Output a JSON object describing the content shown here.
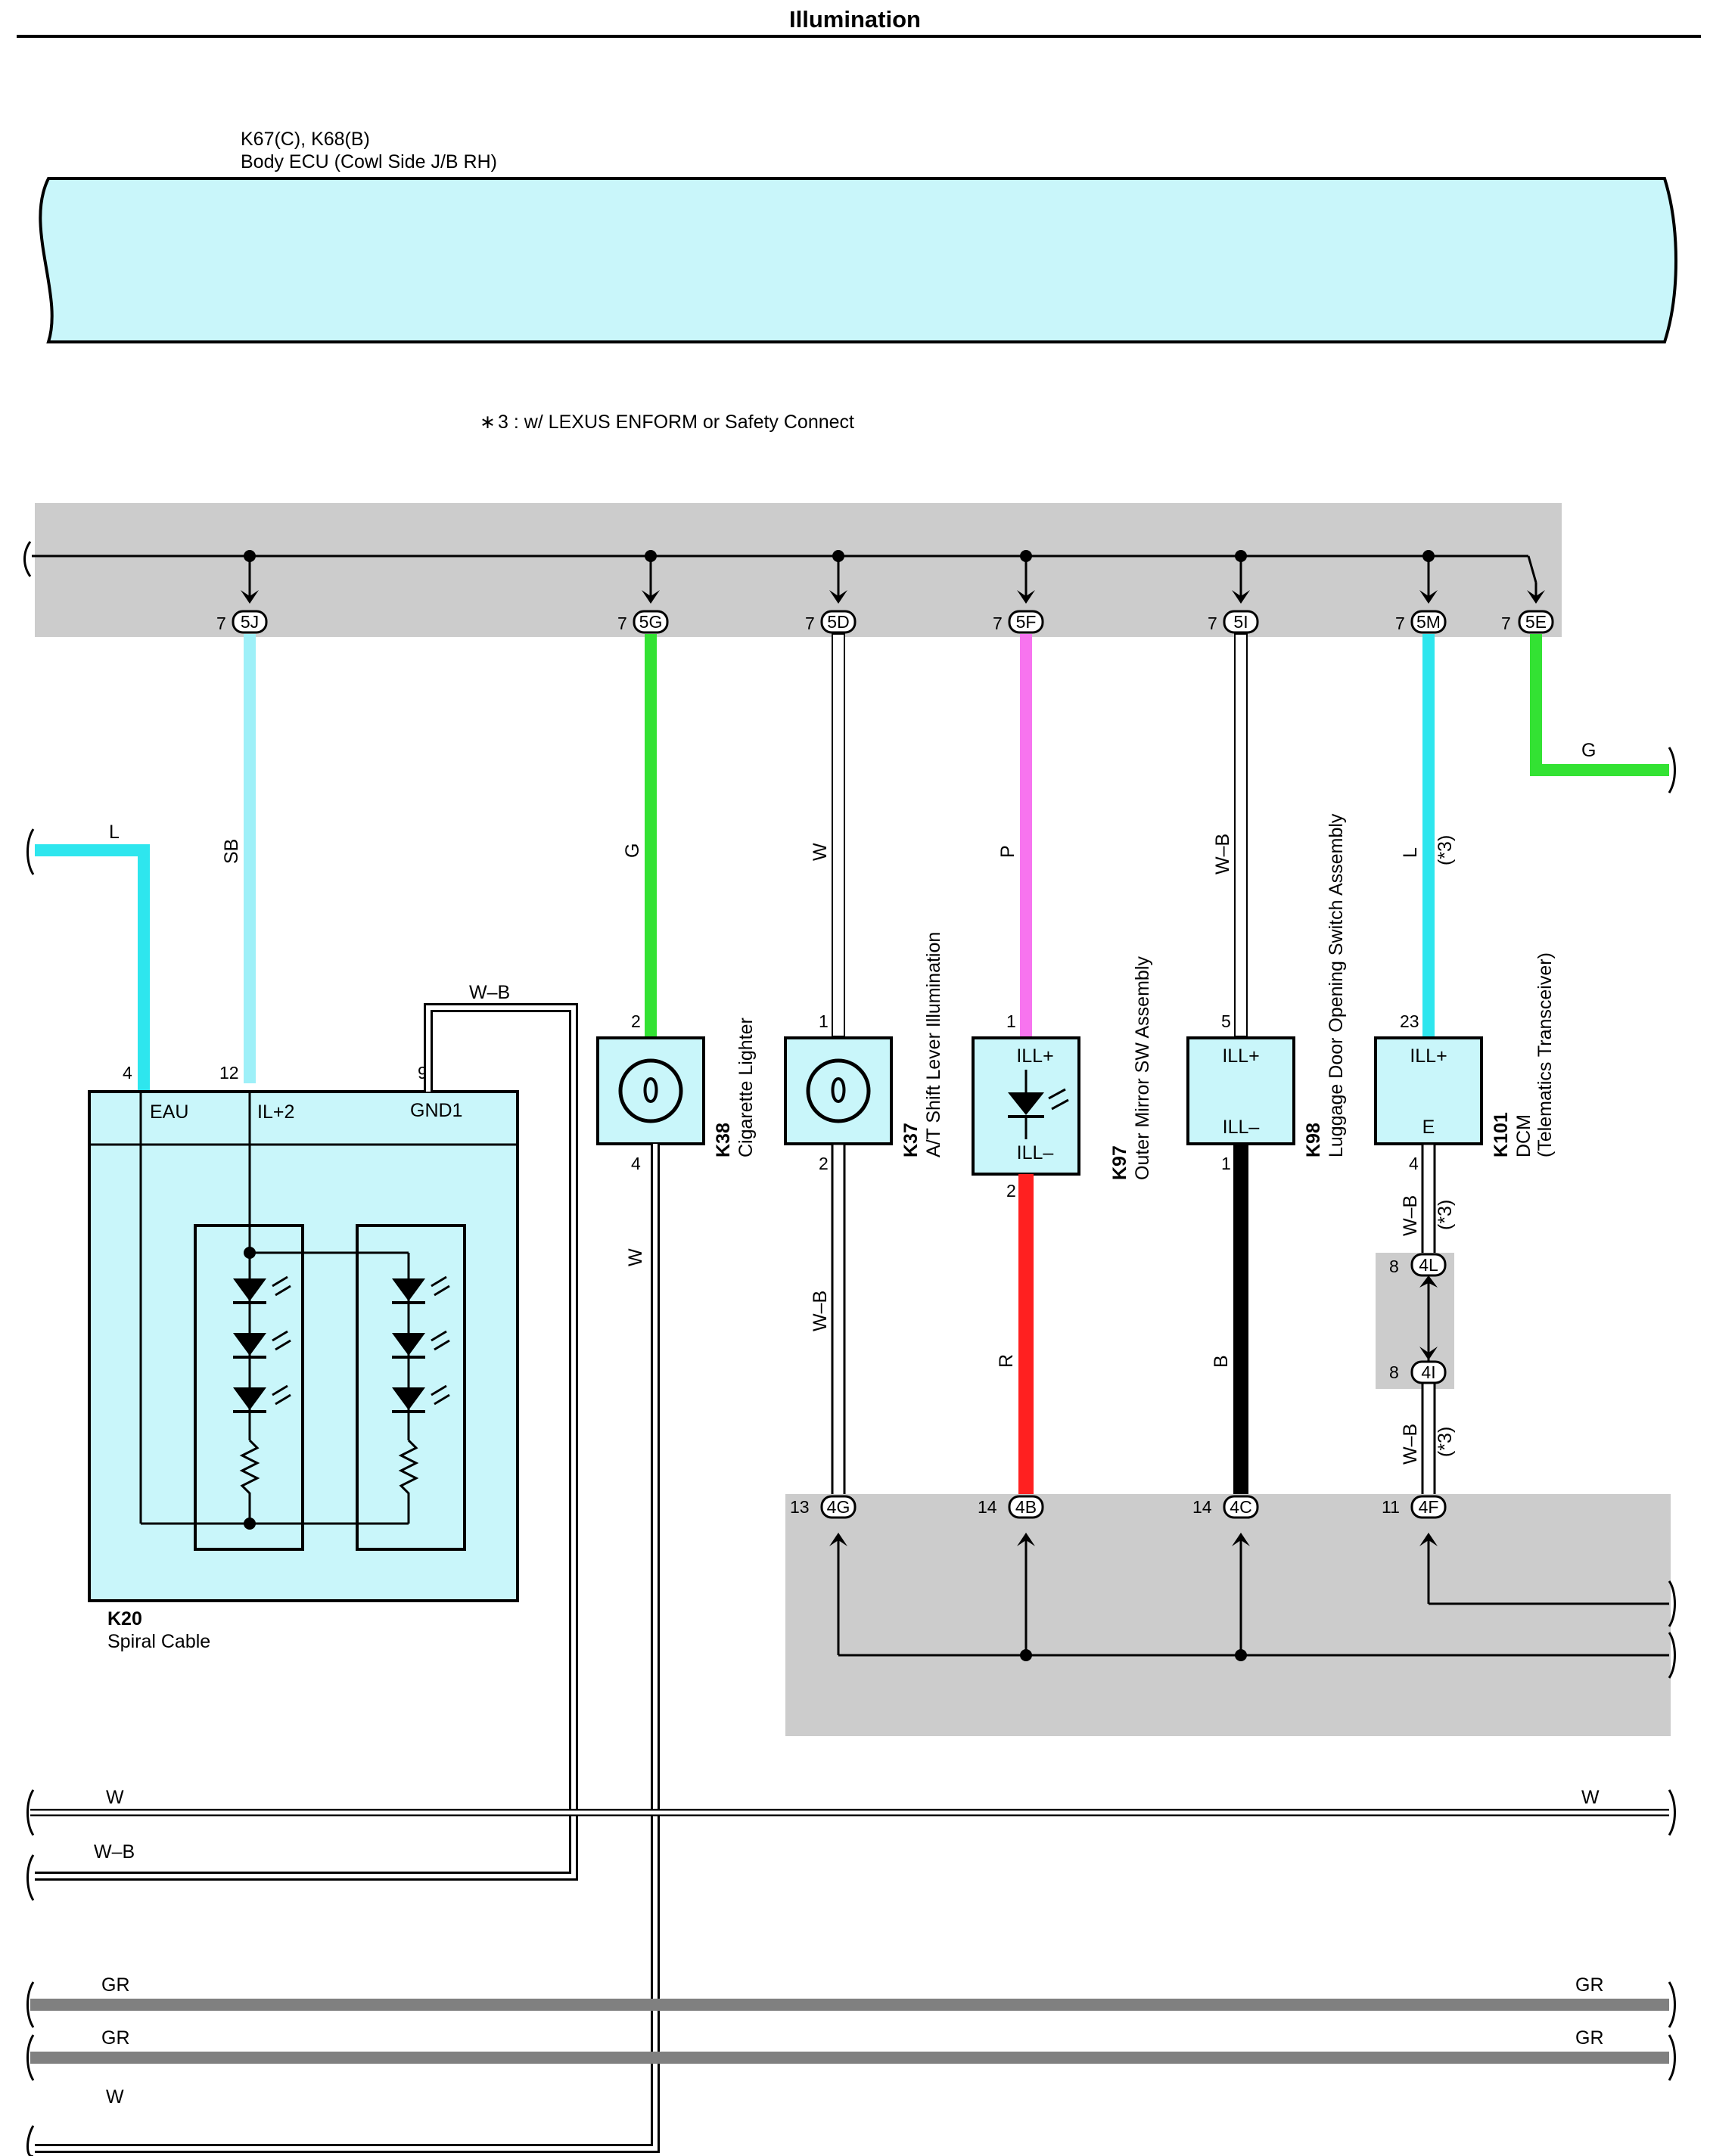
{
  "title": "Illumination",
  "ecu": {
    "code": "K67(C), K68(B)",
    "name": "Body ECU (Cowl Side J/B RH)"
  },
  "note": "3 : w/ LEXUS ENFORM or Safety Connect",
  "top_connectors": [
    {
      "code": "5J",
      "pin": "7",
      "wire": "SB",
      "color": "#9ef0f8"
    },
    {
      "code": "5G",
      "pin": "7",
      "wire": "G",
      "color": "#33e233"
    },
    {
      "code": "5D",
      "pin": "7",
      "wire": "W",
      "color": "#ffffff"
    },
    {
      "code": "5F",
      "pin": "7",
      "wire": "P",
      "color": "#f774ef"
    },
    {
      "code": "5I",
      "pin": "7",
      "wire": "W–B",
      "color": "#ffffff"
    },
    {
      "code": "5M",
      "pin": "7",
      "wire": "L",
      "wire_note": "(*3)",
      "color": "#2ee6ee"
    },
    {
      "code": "5E",
      "pin": "7",
      "wire": "G",
      "color": "#33e233"
    }
  ],
  "bottom_connectors": [
    {
      "code": "4G",
      "pin": "13",
      "wire": "W–B"
    },
    {
      "code": "4B",
      "pin": "14",
      "wire": "R",
      "color": "#ff2020"
    },
    {
      "code": "4C",
      "pin": "14",
      "wire": "B",
      "color": "#000000"
    },
    {
      "code": "4F",
      "pin": "11",
      "wire": "W–B",
      "wire_note": "(*3)"
    }
  ],
  "mid_connectors": [
    {
      "code": "4L",
      "pin": "8"
    },
    {
      "code": "4I",
      "pin": "8"
    }
  ],
  "components": {
    "k20": {
      "code": "K20",
      "name": "Spiral Cable",
      "terminals": [
        "EAU",
        "IL+2",
        "GND1"
      ],
      "pins": [
        "4",
        "12",
        "9"
      ],
      "in_wire": "L",
      "gnd_wire": "W–B"
    },
    "k38": {
      "code": "K38",
      "name": "Cigarette Lighter",
      "pin_in": "2",
      "pin_out": "4",
      "out_wire": "W"
    },
    "k37": {
      "code": "K37",
      "name": "A/T Shift Lever Illumination",
      "pin_in": "1",
      "pin_out": "2"
    },
    "k97": {
      "code": "K97",
      "name": "Outer Mirror SW Assembly",
      "pin_in": "1",
      "pin_out": "2",
      "term_in": "ILL+",
      "term_out": "ILL–"
    },
    "k98": {
      "code": "K98",
      "name": "Luggage Door Opening Switch Assembly",
      "pin_in": "5",
      "pin_out": "1",
      "term_in": "ILL+",
      "term_out": "ILL–"
    },
    "k101": {
      "code": "K101",
      "name": "DCM",
      "sub": "(Telematics Transceiver)",
      "pin_in": "23",
      "pin_out": "4",
      "term_in": "ILL+",
      "term_out": "E"
    }
  },
  "right_wires": {
    "g": "G"
  },
  "bottom_wires": [
    {
      "left": "W",
      "right": "W"
    },
    {
      "left": "W–B"
    },
    {
      "left": "GR",
      "right": "GR"
    },
    {
      "left": "GR",
      "right": "GR"
    },
    {
      "left": "W"
    }
  ],
  "colors": {
    "connector_fill": "#c9f6fa",
    "junction_gray": "#cccccc",
    "gr_wire": "#808080"
  }
}
